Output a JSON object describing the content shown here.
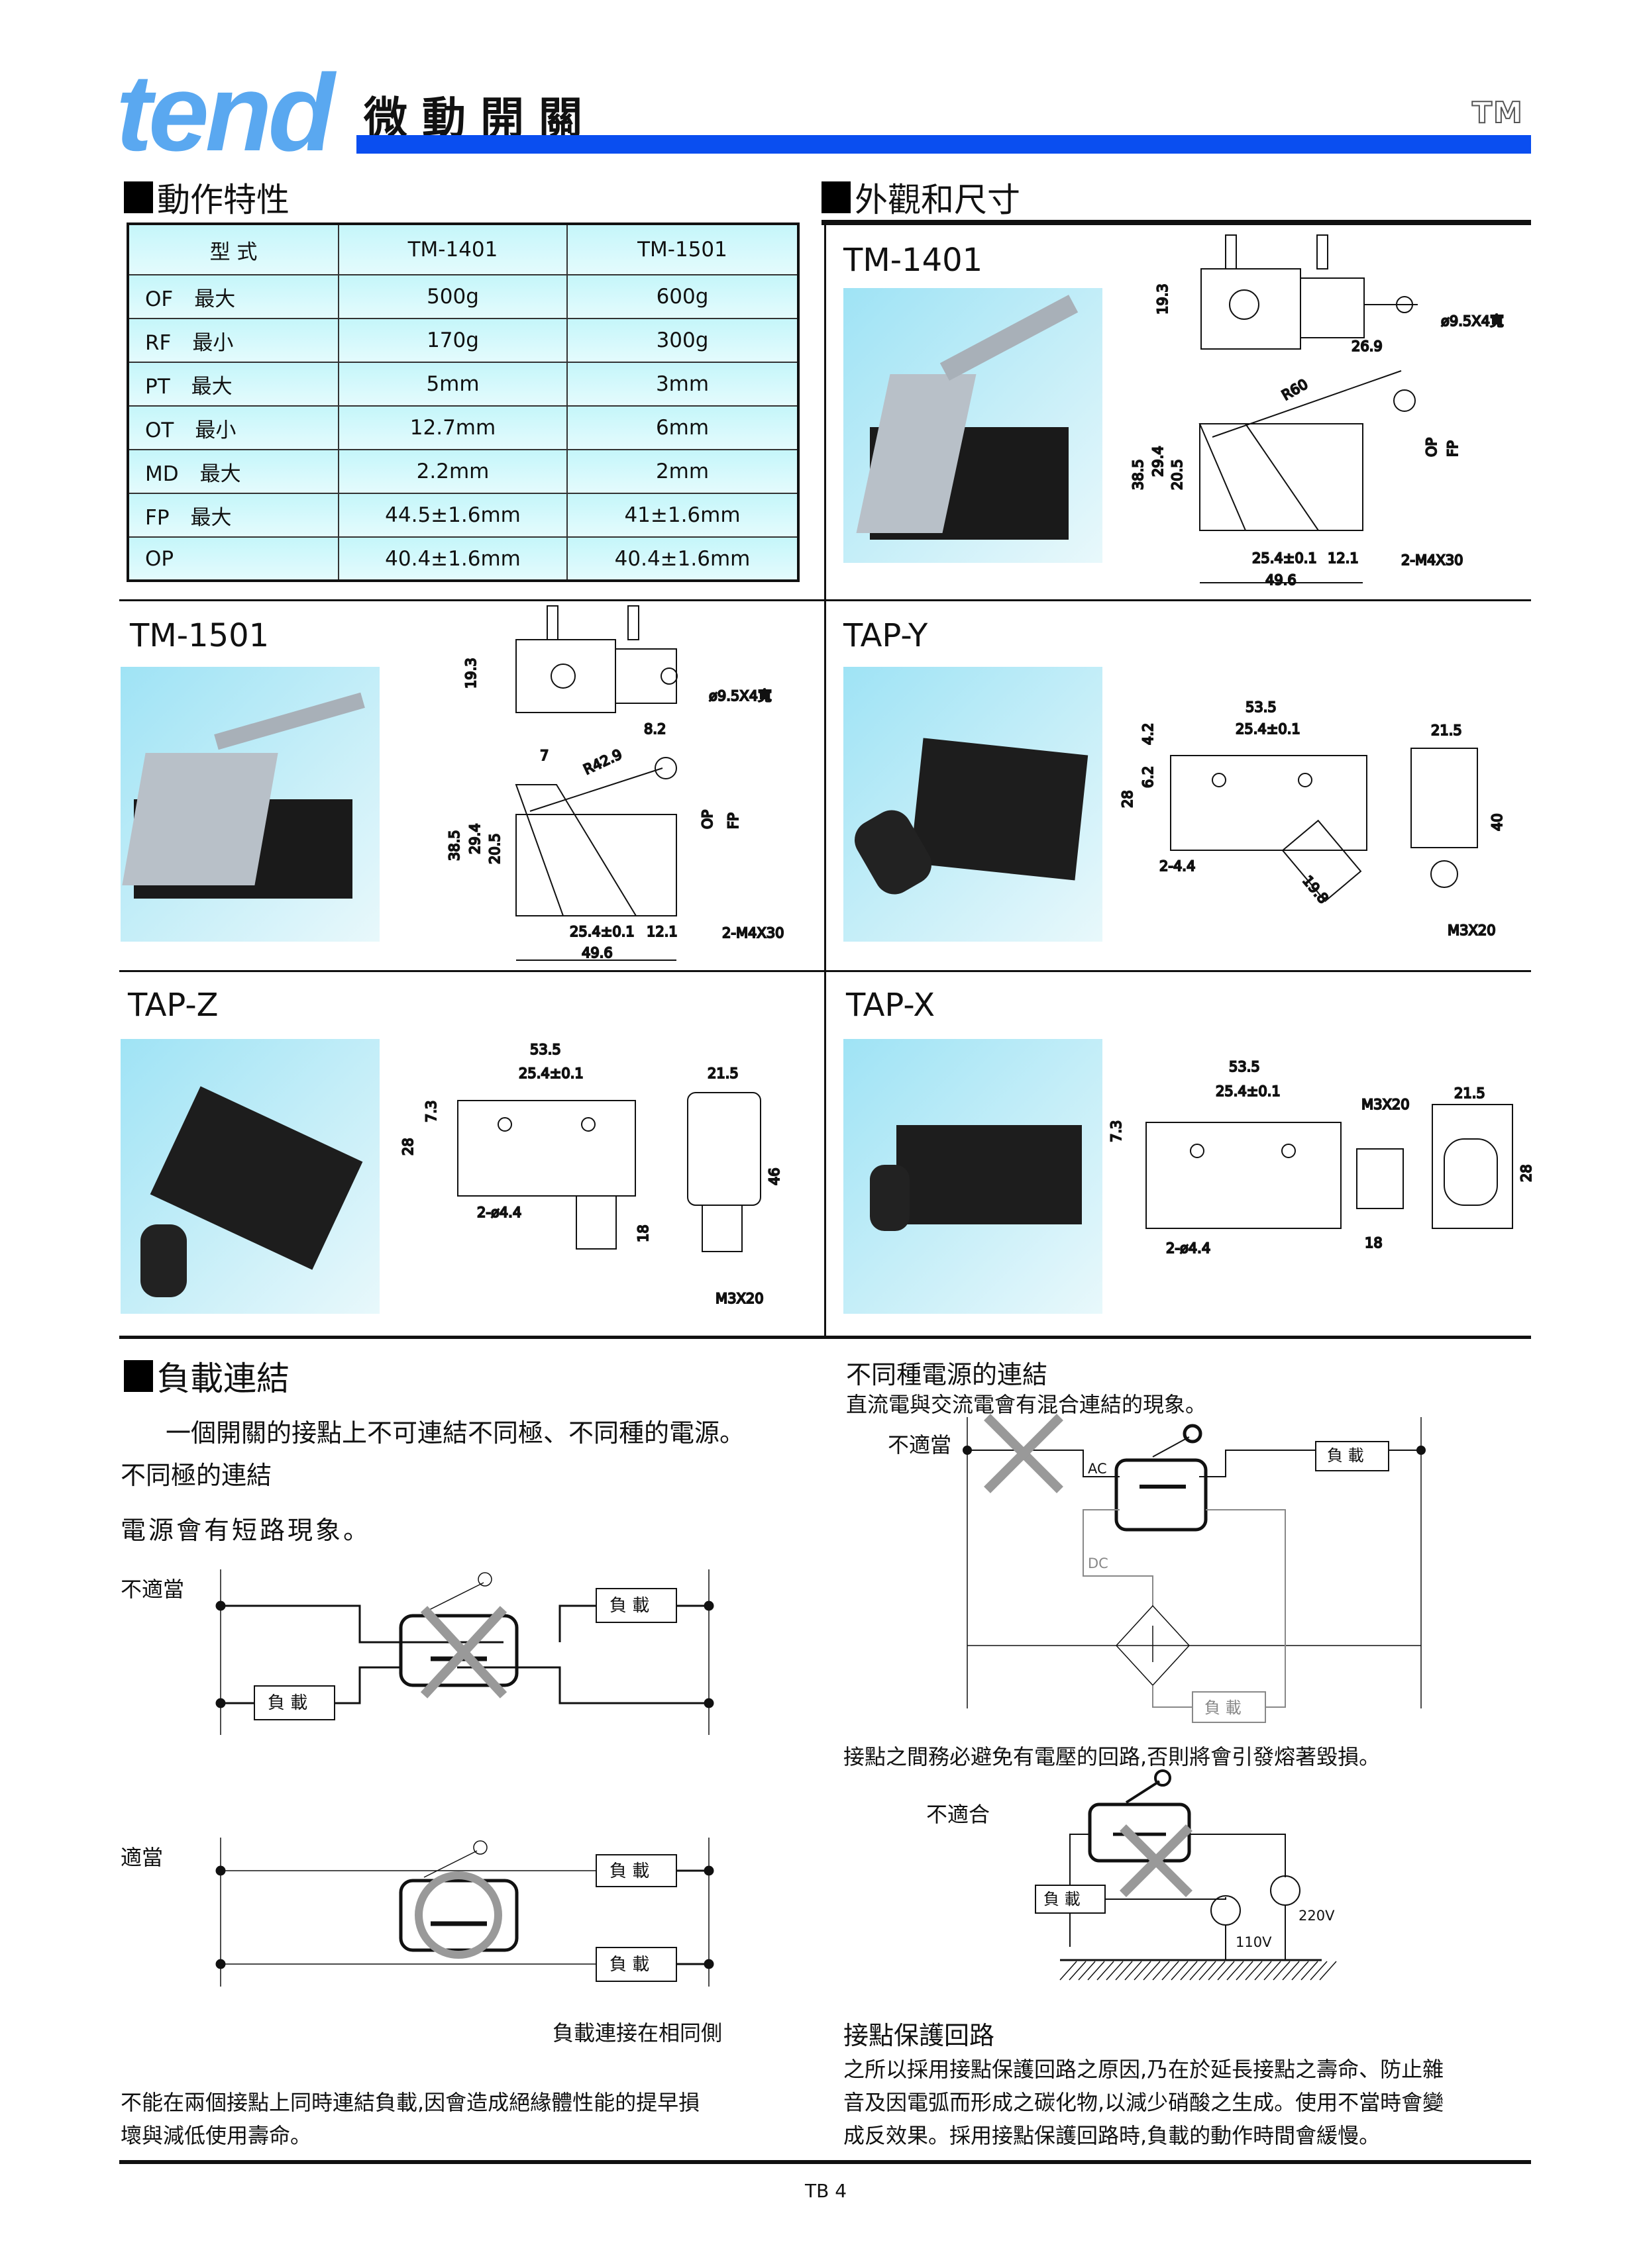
{
  "header": {
    "brand": "tend",
    "title": "微動開關",
    "series": "TM"
  },
  "sections": {
    "characteristics": "動作特性",
    "dimensions": "外觀和尺寸",
    "load": "負載連結"
  },
  "table": {
    "headers": [
      "型 式",
      "TM-1401",
      "TM-1501"
    ],
    "rows": [
      {
        "code": "OF",
        "qual": "最大",
        "v1": "500g",
        "v2": "600g"
      },
      {
        "code": "RF",
        "qual": "最小",
        "v1": "170g",
        "v2": "300g"
      },
      {
        "code": "PT",
        "qual": "最大",
        "v1": "5mm",
        "v2": "3mm"
      },
      {
        "code": "OT",
        "qual": "最小",
        "v1": "12.7mm",
        "v2": "6mm"
      },
      {
        "code": "MD",
        "qual": "最大",
        "v1": "2.2mm",
        "v2": "2mm"
      },
      {
        "code": "FP",
        "qual": "最大",
        "v1": "44.5±1.6mm",
        "v2": "41±1.6mm"
      },
      {
        "code": "OP",
        "qual": "",
        "v1": "40.4±1.6mm",
        "v2": "40.4±1.6mm"
      }
    ]
  },
  "panels": {
    "tm1401": {
      "label": "TM-1401",
      "dims": [
        "19.3",
        "ø9.5X4寬",
        "26.9",
        "R60",
        "38.5",
        "29.4",
        "20.5",
        "OP",
        "FP",
        "25.4±0.1",
        "12.1",
        "2-M4X30",
        "49.6"
      ]
    },
    "tm1501": {
      "label": "TM-1501",
      "dims": [
        "19.3",
        "ø9.5X4寬",
        "8.2",
        "7",
        "R42.9",
        "38.5",
        "29.4",
        "20.5",
        "OP",
        "FP",
        "25.4±0.1",
        "12.1",
        "2-M4X30",
        "49.6"
      ]
    },
    "tapy": {
      "label": "TAP-Y",
      "dims": [
        "53.5",
        "25.4±0.1",
        "4.2",
        "6.2",
        "28",
        "2-4.4",
        "19.8",
        "21.5",
        "40",
        "M3X20"
      ]
    },
    "tapz": {
      "label": "TAP-Z",
      "dims": [
        "53.5",
        "25.4±0.1",
        "7.3",
        "28",
        "2-ø4.4",
        "21.5",
        "46",
        "18",
        "M3X20"
      ]
    },
    "tapx": {
      "label": "TAP-X",
      "dims": [
        "53.5",
        "25.4±0.1",
        "7.3",
        "M3X20",
        "21.5",
        "28",
        "2-ø4.4",
        "18"
      ]
    }
  },
  "load": {
    "intro": "一個開關的接點上不可連結不同極、不同種的電源。",
    "sub1": "不同極的連結",
    "sub2": "電源會有短路現象。",
    "improper": "不適當",
    "proper": "適當",
    "load_label": "負 載",
    "same_side": "負載連接在相同側",
    "note": [
      "不能在兩個接點上同時連結負載,因會造成絕緣體性能的提早損",
      "壞與減低使用壽命。"
    ]
  },
  "power": {
    "title": "不同種電源的連結",
    "desc": "直流電與交流電會有混合連結的現象。",
    "improper": "不適當",
    "ac": "AC",
    "dc": "DC",
    "warning": "接點之間務必避免有電壓的回路,否則將會引發熔著毀損。",
    "unsuitable": "不適合",
    "v110": "110V",
    "v220": "220V"
  },
  "protection": {
    "title": "接點保護回路",
    "lines": [
      "之所以採用接點保護回路之原因,乃在於延長接點之壽命、防止雜",
      "音及因電弧而形成之碳化物,以減少硝酸之生成。使用不當時會變",
      "成反效果。採用接點保護回路時,負載的動作時間會緩慢。"
    ]
  },
  "footer": {
    "page": "TB 4"
  },
  "colors": {
    "brand": "#5aa8f0",
    "bar": "#0a4ef0",
    "table_bg": "#c5f6fa",
    "cross": "#999999"
  }
}
